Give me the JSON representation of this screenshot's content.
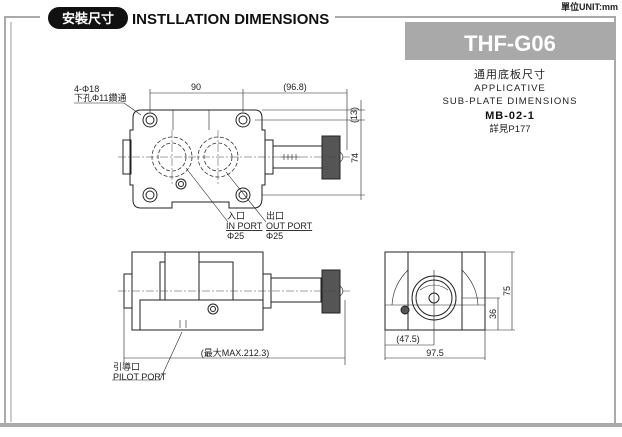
{
  "unit_label": "單位UNIT:mm",
  "header": {
    "badge": "安裝尺寸",
    "title": "INSTLLATION DIMENSIONS"
  },
  "model": "THF-G06",
  "subplate": {
    "title_cn": "通用底板尺寸",
    "title_en_1": "APPLICATIVE",
    "title_en_2": "SUB-PLATE DIMENSIONS",
    "model": "MB-02-1",
    "see_page": "詳見P177"
  },
  "top_view": {
    "hole_note_1": "4-Φ18",
    "hole_note_2": "下孔Φ11鑽通",
    "dim_90": "90",
    "dim_96_8": "(96.8)",
    "dim_13": "(13)",
    "dim_74": "74",
    "in_port_cn": "入口",
    "in_port_en": "IN PORT",
    "in_port_dia": "Φ25",
    "out_port_cn": "出口",
    "out_port_en": "OUT PORT",
    "out_port_dia": "Φ25"
  },
  "side_view": {
    "dim_max": "(最大MAX.212.3)",
    "pilot_cn": "引導口",
    "pilot_en": "PILOT PORT"
  },
  "end_view": {
    "dim_47_5": "(47.5)",
    "dim_97_5": "97.5",
    "dim_36": "36",
    "dim_75": "75"
  }
}
